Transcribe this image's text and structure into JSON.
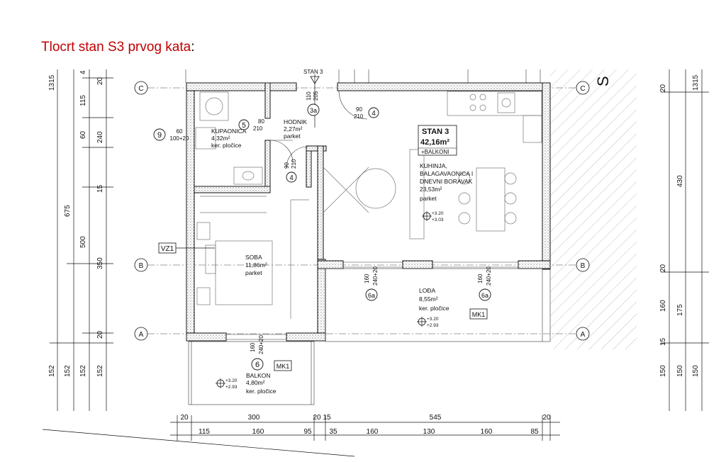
{
  "title": {
    "main": "Tlocrt stan S3 prvog kata",
    "colon": ":"
  },
  "apartment": {
    "name": "STAN 3",
    "area": "42,16m²",
    "suffix": "+BALKONI",
    "stair_label": "STAN 3"
  },
  "rooms": {
    "kupaonica": {
      "name": "KUPAONICA",
      "area": "4,32m²",
      "floor": "ker. pločice"
    },
    "hodnik": {
      "name": "HODNIK",
      "area": "2,27m²",
      "floor": "parket"
    },
    "kuhinja": {
      "line1": "KUHINJA,",
      "line2": "BALAGAVAONICA I",
      "line3": "DNEVNI BORAVAK",
      "area": "23,53m²",
      "floor": "parket"
    },
    "soba": {
      "name": "SOBA",
      "area": "11,86m²",
      "floor": "parket"
    },
    "loda": {
      "name": "LOĐA",
      "area": "8,55m²",
      "floor": "ker. pločice"
    },
    "balkon": {
      "name": "BALKON",
      "area": "4,80m²",
      "floor": "ker. pločice"
    }
  },
  "markers": {
    "m9": "9",
    "m5": "5",
    "m4a": "4",
    "m4b": "4",
    "m3a": "3a",
    "m6": "6",
    "m6a1": "6a",
    "m6a2": "6a",
    "vz1": "VZ1",
    "mk1a": "MK1",
    "mk1b": "MK1"
  },
  "openings": {
    "o9": [
      "60",
      "100+20"
    ],
    "o5": [
      "80",
      "210"
    ],
    "o4a": [
      "90",
      "210"
    ],
    "o4b": [
      "90",
      "210"
    ],
    "o3a": [
      "110",
      "205"
    ],
    "o6": [
      "160",
      "240+20"
    ],
    "o6a1": [
      "160",
      "240+20"
    ],
    "o6a2": [
      "160",
      "240+20"
    ]
  },
  "levels": {
    "kuhinja": [
      "+3.20",
      "+3.03"
    ],
    "loda": [
      "+3.20",
      "+2.93"
    ],
    "balkon": [
      "+3.20",
      "+2.93"
    ]
  },
  "axes": {
    "c": "C",
    "b": "B",
    "a": "A"
  },
  "dims": {
    "left_outer": [
      "1315",
      "675",
      "152"
    ],
    "left_mid": [
      "500",
      "152"
    ],
    "left_inner": [
      "4",
      "115",
      "60",
      "240",
      "15",
      "350",
      "20",
      "152"
    ],
    "left_small": [
      "20",
      "15"
    ],
    "right_outer": [
      "1315"
    ],
    "right_mid": [
      "430",
      "175",
      "150"
    ],
    "right_inner": [
      "20",
      "20",
      "160",
      "15",
      "150"
    ],
    "bottom_1": [
      "20",
      "300",
      "20",
      "15",
      "545",
      "20"
    ],
    "bottom_2": [
      "115",
      "160",
      "95",
      "35",
      "160",
      "130",
      "160",
      "85"
    ],
    "side_letter": "S"
  }
}
